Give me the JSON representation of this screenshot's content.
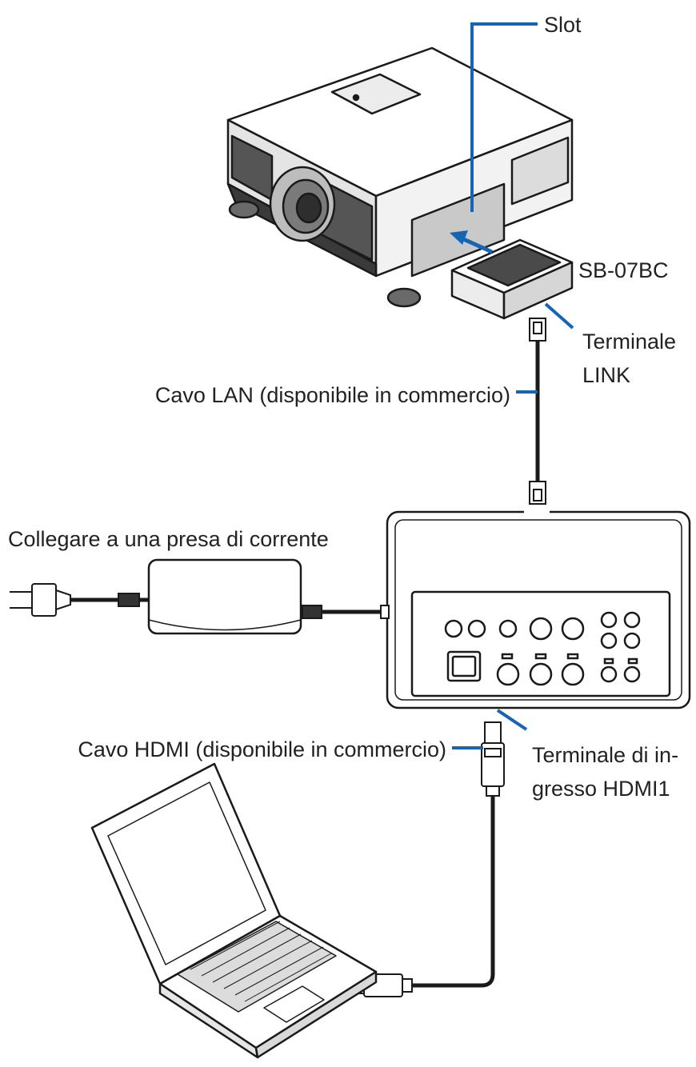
{
  "labels": {
    "slot": "Slot",
    "sb07bc": "SB-07BC",
    "terminale_link_1": "Terminale",
    "terminale_link_2": "LINK",
    "cavo_lan": "Cavo LAN (disponibile in commercio)",
    "presa": "Collegare a una presa di corrente",
    "cavo_hdmi": "Cavo HDMI (disponibile in commercio)",
    "hdmi_in_1": "Terminale di in-",
    "hdmi_in_2": "gresso HDMI1"
  },
  "colors": {
    "callout": "#1565b3",
    "outline": "#1a1a1a",
    "body": "#ffffff",
    "shade": "#d9d9d9",
    "dark": "#333333"
  }
}
